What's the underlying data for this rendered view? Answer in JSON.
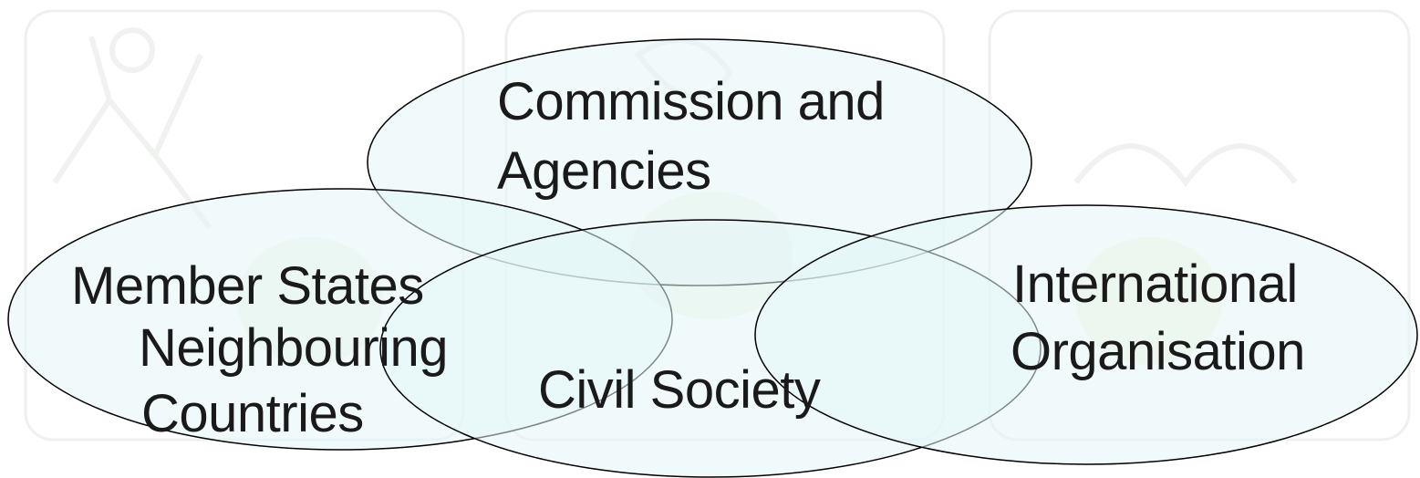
{
  "diagram": {
    "sets": [
      {
        "id": "commission",
        "lines": [
          "Commission and",
          "Agencies"
        ]
      },
      {
        "id": "member-states",
        "lines": [
          "Member States",
          "Neighbouring",
          "Countries"
        ]
      },
      {
        "id": "civil-society",
        "lines": [
          "Civil Society"
        ]
      },
      {
        "id": "international",
        "lines": [
          "International",
          "Organisation"
        ]
      }
    ]
  },
  "colors": {
    "ellipse_fill": "#e6f6f8",
    "ellipse_stroke": "#000000",
    "text": "#1a1a1a",
    "background_panel": "#f0f4f2",
    "watermark_green": "#eef6e0"
  }
}
